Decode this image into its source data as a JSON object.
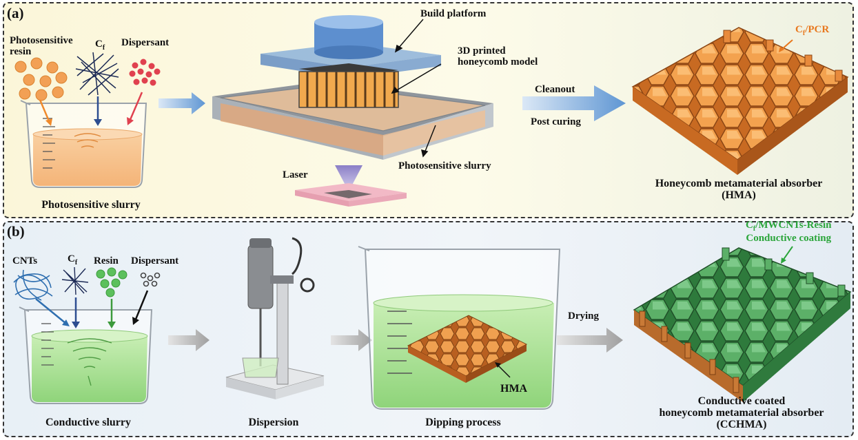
{
  "panel_a": {
    "label": "(a)",
    "photosensitive_resin": "Photosensitive\nresin",
    "cf": "Cf",
    "dispersant": "Dispersant",
    "slurry_caption": "Photosensitive slurry",
    "build_platform": "Build platform",
    "printed_model": "3D printed\nhoneycomb model",
    "tank_slurry": "Photosensitive slurry",
    "laser": "Laser",
    "cleanout": "Cleanout",
    "post_curing": "Post curing",
    "cf_pcr": "Cf/PCR",
    "hma_caption": "Honeycomb metamaterial absorber\n(HMA)"
  },
  "panel_b": {
    "label": "(b)",
    "cnts": "CNTs",
    "cf": "Cf",
    "resin": "Resin",
    "dispersant": "Dispersant",
    "slurry_caption": "Conductive slurry",
    "dispersion_caption": "Dispersion",
    "hma": "HMA",
    "dipping_caption": "Dipping process",
    "drying": "Drying",
    "coating": "Cf/MWCNTs-Resin\nConductive coating",
    "cchma_caption": "Conductive coated\nhoneycomb metamaterial absorber\n(CCHMA)"
  },
  "colors": {
    "resin_orange": "#f2a055",
    "dispersant_red": "#e0414f",
    "fiber_navy": "#1c2a55",
    "cnt_blue": "#2f6fb0",
    "resin_green": "#5cc05c",
    "honeycomb_orange": "#e88a3c",
    "honeycomb_green": "#3f9a4f",
    "flow_arrow_blue": "#6a9fd8",
    "flow_arrow_grey": "#a8a8a8",
    "pcr_label_orange": "#e8781e",
    "coating_label_green": "#2aa53a"
  }
}
